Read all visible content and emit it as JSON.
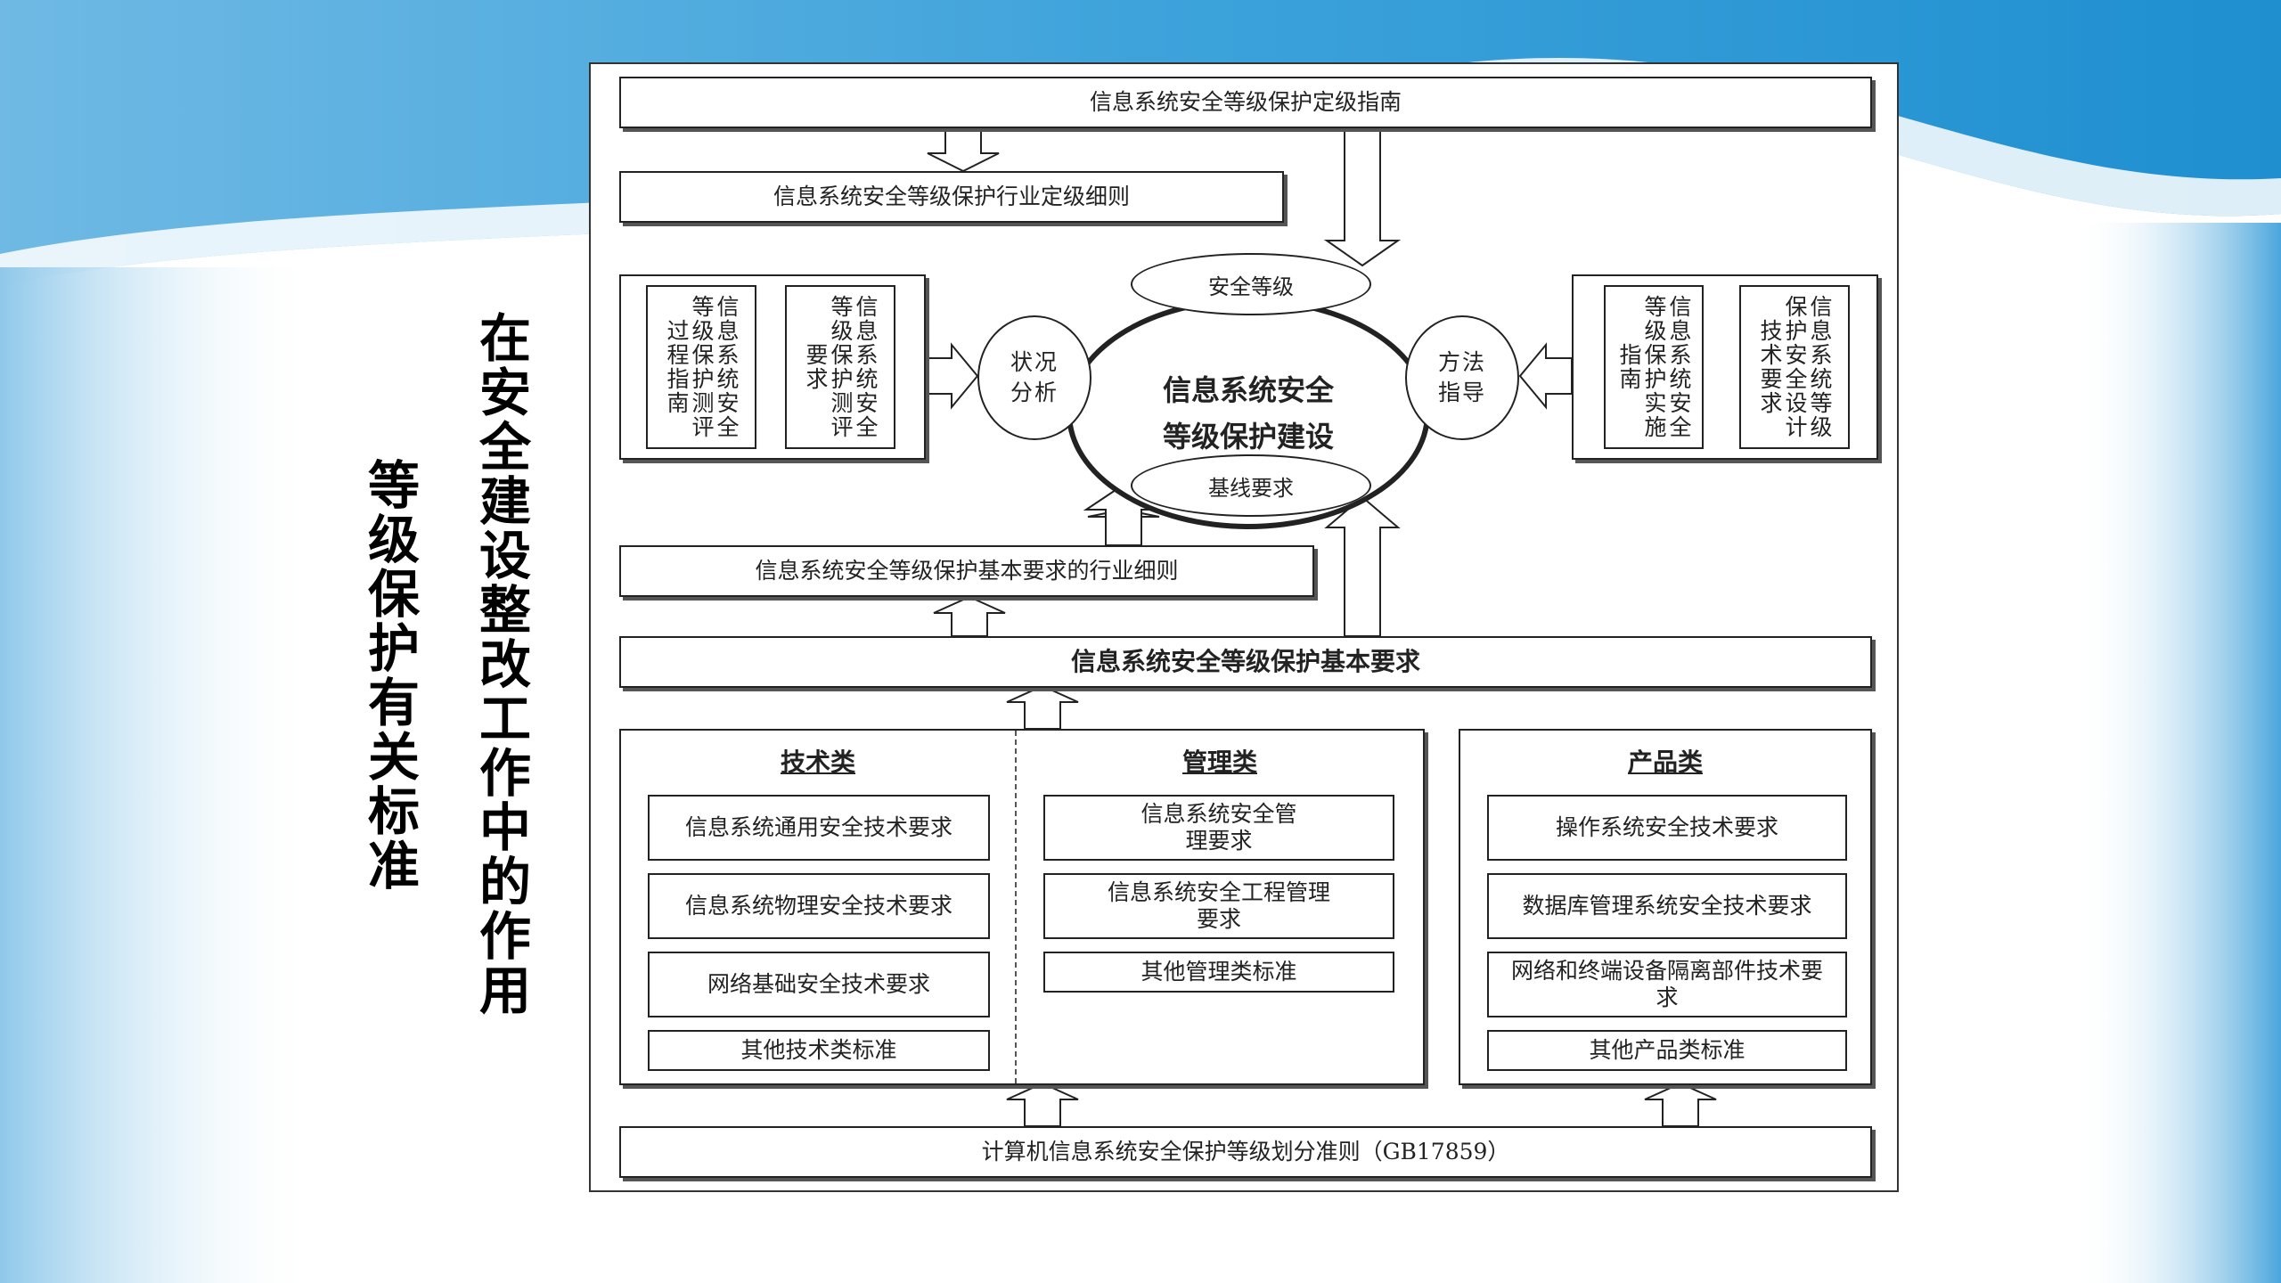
{
  "titles": {
    "left": "等级保护有关标准",
    "right": "在安全建设整改工作中的作用"
  },
  "diagram": {
    "top_guide": "信息系统安全等级保护定级指南",
    "industry_rules": "信息系统安全等级保护行业定级细则",
    "left_group": {
      "col1": "信息系统安全等级保护测评过程指南",
      "col2": "信息系统安全等级保护测评要求"
    },
    "right_group": {
      "col1": "信息系统安全等级保护实施指南",
      "col2": "信息系统等级保护安全设计技术要求"
    },
    "center_title_line1": "信息系统安全",
    "center_title_line2": "等级保护建设",
    "ellipse_top": "安全等级",
    "ellipse_bottom": "基线要求",
    "ellipse_left": "状况分析",
    "ellipse_right": "方法指导",
    "basic_industry": "信息系统安全等级保护基本要求的行业细则",
    "basic_req": "信息系统安全等级保护基本要求",
    "tech": {
      "heading": "技术类",
      "items": [
        "信息系统通用安全技术要求",
        "信息系统物理安全技术要求",
        "网络基础安全技术要求",
        "其他技术类标准"
      ]
    },
    "mgmt": {
      "heading": "管理类",
      "items": [
        "信息系统安全管理要求",
        "信息系统安全工程管理要求",
        "其他管理类标准"
      ]
    },
    "prod": {
      "heading": "产品类",
      "items": [
        "操作系统安全技术要求",
        "数据库管理系统安全技术要求",
        "网络和终端设备隔离部件技术要求",
        "其他产品类标准"
      ]
    },
    "bottom": "计算机信息系统安全保护等级划分准则（GB17859）"
  }
}
